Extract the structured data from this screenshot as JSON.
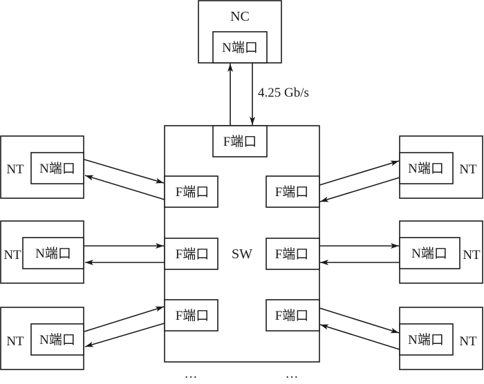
{
  "diagram": {
    "controller": {
      "name": "NC",
      "port": "N端口"
    },
    "switch": {
      "name": "SW",
      "top_port": "F端口"
    },
    "link_rate": "4.25 Gb/s",
    "left_nodes": [
      {
        "name": "NT",
        "port": "N端口",
        "switch_port": "F端口"
      },
      {
        "name": "NT",
        "port": "N端口",
        "switch_port": "F端口"
      },
      {
        "name": "NT",
        "port": "N端口",
        "switch_port": "F端口"
      }
    ],
    "right_nodes": [
      {
        "name": "NT",
        "port": "N端口",
        "switch_port": "F端口"
      },
      {
        "name": "NT",
        "port": "N端口",
        "switch_port": "F端口"
      },
      {
        "name": "NT",
        "port": "N端口",
        "switch_port": "F端口"
      }
    ],
    "continuation_left": "···",
    "continuation_right": "···"
  }
}
